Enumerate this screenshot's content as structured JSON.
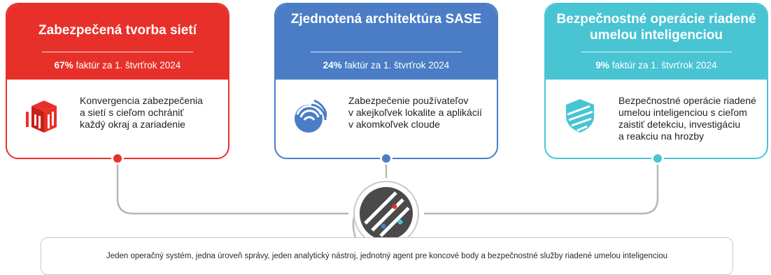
{
  "colors": {
    "red": "#e8302a",
    "blue": "#4a7dc6",
    "teal": "#48c4d3",
    "connector": "#b7b7b7",
    "hub": "#4a4a4a"
  },
  "cards": [
    {
      "title": "Zabezpečená tvorba sietí",
      "stat_value": "67%",
      "stat_text": " faktúr za 1. štvrťrok 2024",
      "description": "Konvergencia zabezpečenia\na sietí s cieľom ochrániť\nkaždý okraj a zariadenie",
      "icon": "network-security-icon"
    },
    {
      "title": "Zjednotená architektúra SASE",
      "stat_value": "24%",
      "stat_text": " faktúr za 1. štvrťrok 2024",
      "description": "Zabezpečenie používateľov\nv akejkoľvek lokalite a aplikácií\nv akomkoľvek cloude",
      "icon": "sase-signal-icon"
    },
    {
      "title": "Bezpečnostné operácie riadené umelou inteligenciou",
      "stat_value": "9%",
      "stat_text": " faktúr za 1. štvrťrok 2024",
      "description": "Bezpečnostné operácie riadené\numelou inteligenciou s cieľom\nzaistiť detekciu, investigáciu\na reakciu na hrozby",
      "icon": "ai-shield-icon"
    }
  ],
  "footer": {
    "text": "Jeden operačný systém, jedna úroveň správy, jeden analytický nástroj, jednotný agent pre koncové body a bezpečnostné služby riadené umelou inteligenciou"
  }
}
